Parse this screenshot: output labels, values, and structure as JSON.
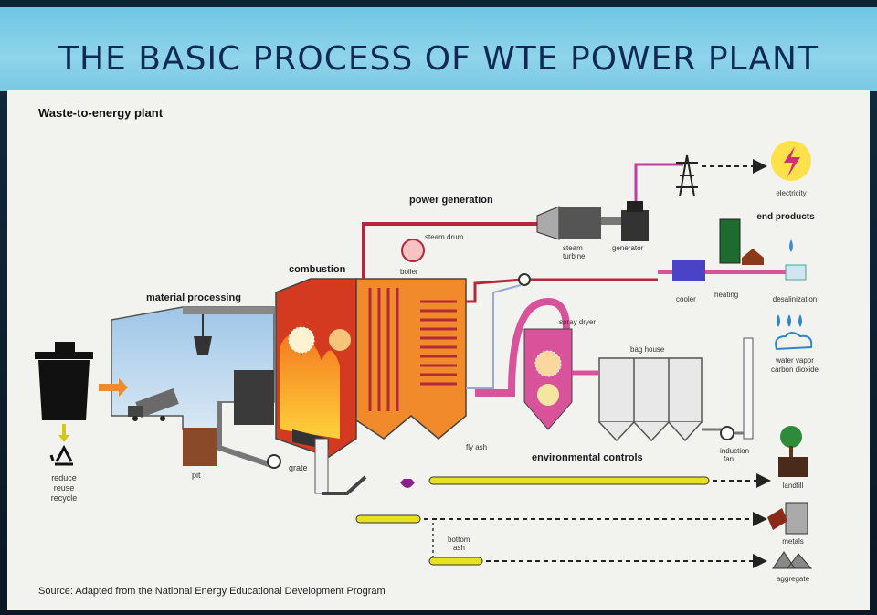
{
  "title": "THE BASIC PROCESS OF WTE POWER PLANT",
  "subtitle": "Waste-to-energy plant",
  "source": "Source: Adapted from the National Energy Educational Development Program",
  "stages": {
    "material_processing": "material processing",
    "combustion": "combustion",
    "power_generation": "power generation",
    "environmental_controls": "environmental controls",
    "end_products": "end products"
  },
  "labels": {
    "reduce": "reduce",
    "reuse": "reuse",
    "recycle": "recycle",
    "pit": "pit",
    "grate": "grate",
    "steam_drum": "steam drum",
    "boiler": "boiler",
    "steam": "steam",
    "turbine": "turbine",
    "generator": "generator",
    "cooler": "cooler",
    "heating": "heating",
    "desalinization": "desalinization",
    "electricity": "electricity",
    "spray_dryer": "spray dryer",
    "bag_house": "bag house",
    "fly_ash": "fly ash",
    "induction": "induction",
    "fan": "fan",
    "water_vapor": "water vapor",
    "carbon_dioxide": "carbon dioxide",
    "landfill": "landfill",
    "metals": "metals",
    "aggregate": "aggregate",
    "bottom": "bottom",
    "ash": "ash"
  },
  "colors": {
    "banner": "#7fcee6",
    "title": "#0f2a55",
    "pipe_red": "#b5273b",
    "pipe_pink": "#d9539b",
    "furnace_orange": "#f08a2a",
    "furnace_red": "#d43a1f",
    "conveyor_yellow": "#e8e21c",
    "machine_gray": "#5a5a5a"
  },
  "icons": [
    "trash-can-icon",
    "recycle-icon",
    "crane-claw-icon",
    "truck-icon",
    "transmission-tower-icon",
    "lightning-icon",
    "fan-icon",
    "tree-icon",
    "magnet-icon",
    "water-drop-icon",
    "cloud-icon"
  ]
}
